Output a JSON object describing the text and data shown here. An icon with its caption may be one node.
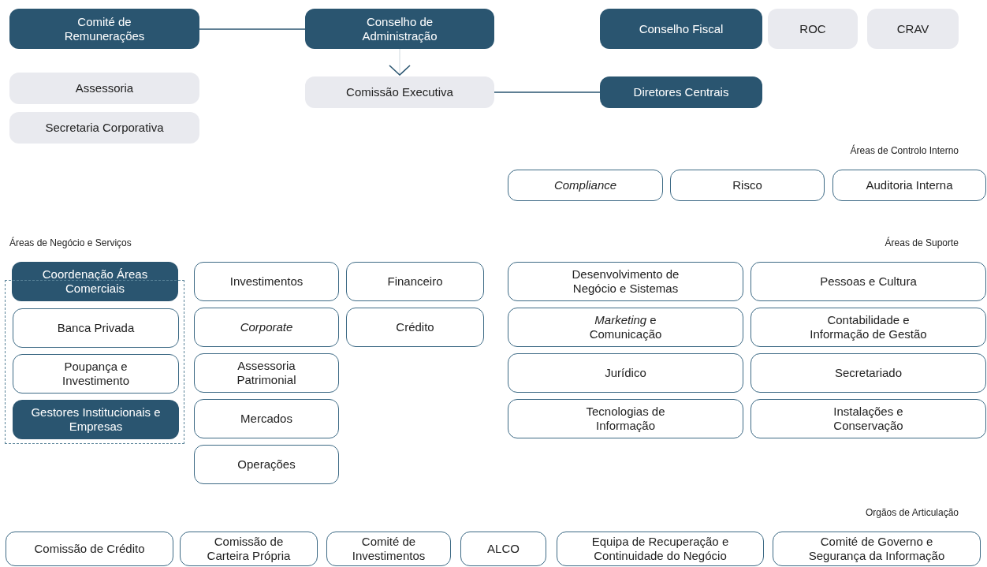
{
  "diagram": {
    "nodes": [
      {
        "text": [
          "Comité de Remunerações"
        ]
      },
      {
        "text": [
          "Conselho de Administração"
        ]
      },
      {
        "text": [
          "Conselho Fiscal"
        ]
      },
      {
        "text": [
          "ROC"
        ]
      },
      {
        "text": [
          "CRAV"
        ]
      },
      {
        "text": [
          "Assessoria"
        ]
      },
      {
        "text": [
          "Secretaria Corporativa"
        ]
      },
      {
        "text": [
          "Comissão Executiva"
        ]
      },
      {
        "text": [
          "Diretores Centrais"
        ]
      },
      {
        "text": [
          "Compliance"
        ]
      },
      {
        "text": [
          "Risco"
        ]
      },
      {
        "text": [
          "Auditoria Interna"
        ]
      },
      {
        "text": [
          "Coordenação Áreas Comerciais"
        ]
      },
      {
        "text": [],
        "shape": "box"
      },
      {
        "text": [
          "Banca Privada"
        ],
        "in": 13
      },
      {
        "text": [
          "Poupança e Investimento"
        ],
        "in": 13
      },
      {
        "text": [
          "Gestores Institucionais e Empresas"
        ],
        "in": 13
      },
      {
        "text": [
          "Investimentos"
        ]
      },
      {
        "text": [
          "Financeiro"
        ]
      },
      {
        "text": [
          "Corporate"
        ]
      },
      {
        "text": [
          "Crédito"
        ]
      },
      {
        "text": [
          "Assessoria Patrimonial"
        ]
      },
      {
        "text": [
          "Mercados"
        ]
      },
      {
        "text": [
          "Operações"
        ]
      },
      {
        "text": [
          "Desenvolvimento de Negócio e Sistemas"
        ]
      },
      {
        "text": [
          "Pessoas e Cultura"
        ]
      },
      {
        "text": [
          "*Marketing* e Comunicação"
        ]
      },
      {
        "text": [
          "Contabilidade e Informação de Gestão"
        ]
      },
      {
        "text": [
          "Jurídico"
        ]
      },
      {
        "text": [
          "Secretariado"
        ]
      },
      {
        "text": [
          "Tecnologias de Informação"
        ]
      },
      {
        "text": [
          "Instalações e Conservação"
        ]
      },
      {
        "text": [
          "Comissão de Crédito"
        ]
      },
      {
        "text": [
          "Comissão de Carteira Própria"
        ]
      },
      {
        "text": [
          "Comité de Investimentos"
        ]
      },
      {
        "text": [
          "ALCO"
        ]
      },
      {
        "text": [
          "Equipa de Recuperação e Continuidade do Negócio"
        ]
      },
      {
        "text": [
          "Comité de Governo e Segurança da Informação"
        ]
      }
    ],
    "edges": [
      {
        "from": 0,
        "to": 1,
        "arrow": "none"
      },
      {
        "from": 1,
        "to": 7,
        "arrow": "to"
      },
      {
        "from": 7,
        "to": 8,
        "arrow": "none"
      }
    ],
    "labels": [
      "Áreas de Controlo Interno",
      "Áreas de Negócio e Serviços",
      "Áreas de Suporte",
      "Orgãos de Articulação"
    ]
  }
}
